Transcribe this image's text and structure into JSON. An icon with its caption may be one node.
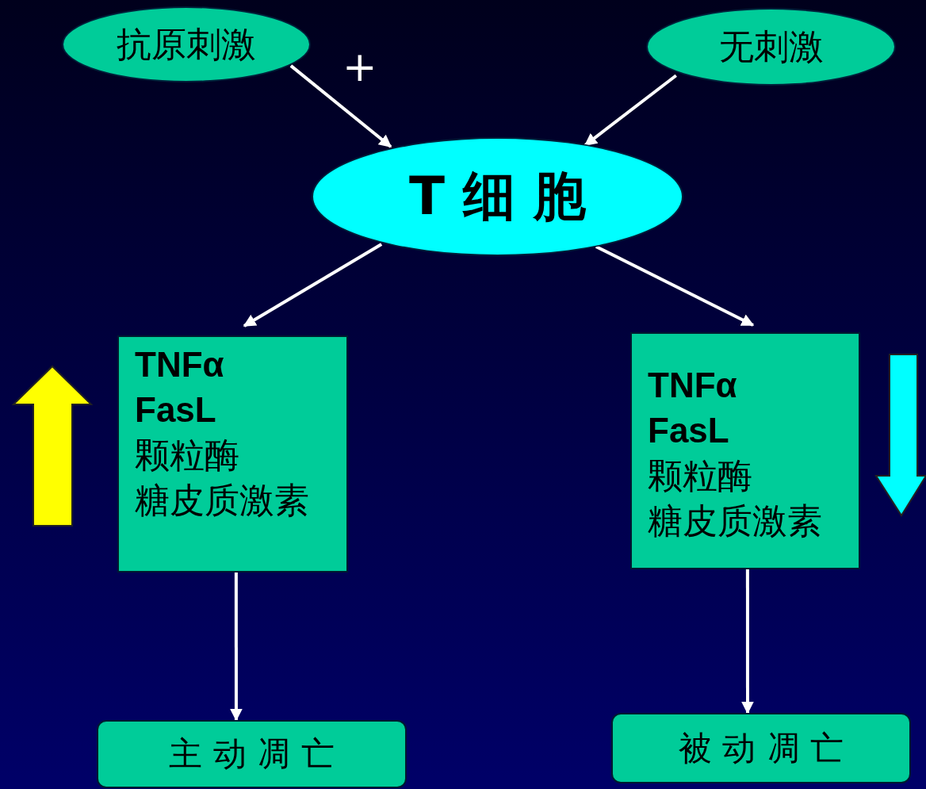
{
  "diagram": {
    "nodes": [
      {
        "text": [
          "抗原刺激"
        ]
      },
      {
        "text": [
          "无刺激"
        ]
      },
      {
        "text": [
          "T 细 胞"
        ]
      },
      {
        "text": [
          "TNFα",
          "FasL",
          "颗粒酶",
          "糖皮质激素"
        ]
      },
      {
        "text": [
          "TNFα",
          "FasL",
          "颗粒酶",
          "糖皮质激素"
        ]
      },
      {
        "text": [
          "主 动 凋 亡"
        ]
      },
      {
        "text": [
          "被 动 凋 亡"
        ]
      }
    ],
    "edges": [
      {
        "from": 0,
        "to": 2,
        "arrow": "to"
      },
      {
        "from": 1,
        "to": 2,
        "arrow": "to"
      },
      {
        "from": 2,
        "to": 3,
        "arrow": "to"
      },
      {
        "from": 2,
        "to": 4,
        "arrow": "to"
      },
      {
        "from": 3,
        "to": 5,
        "arrow": "to"
      },
      {
        "from": 4,
        "to": 6,
        "arrow": "to"
      }
    ],
    "labels": [
      "+"
    ]
  }
}
